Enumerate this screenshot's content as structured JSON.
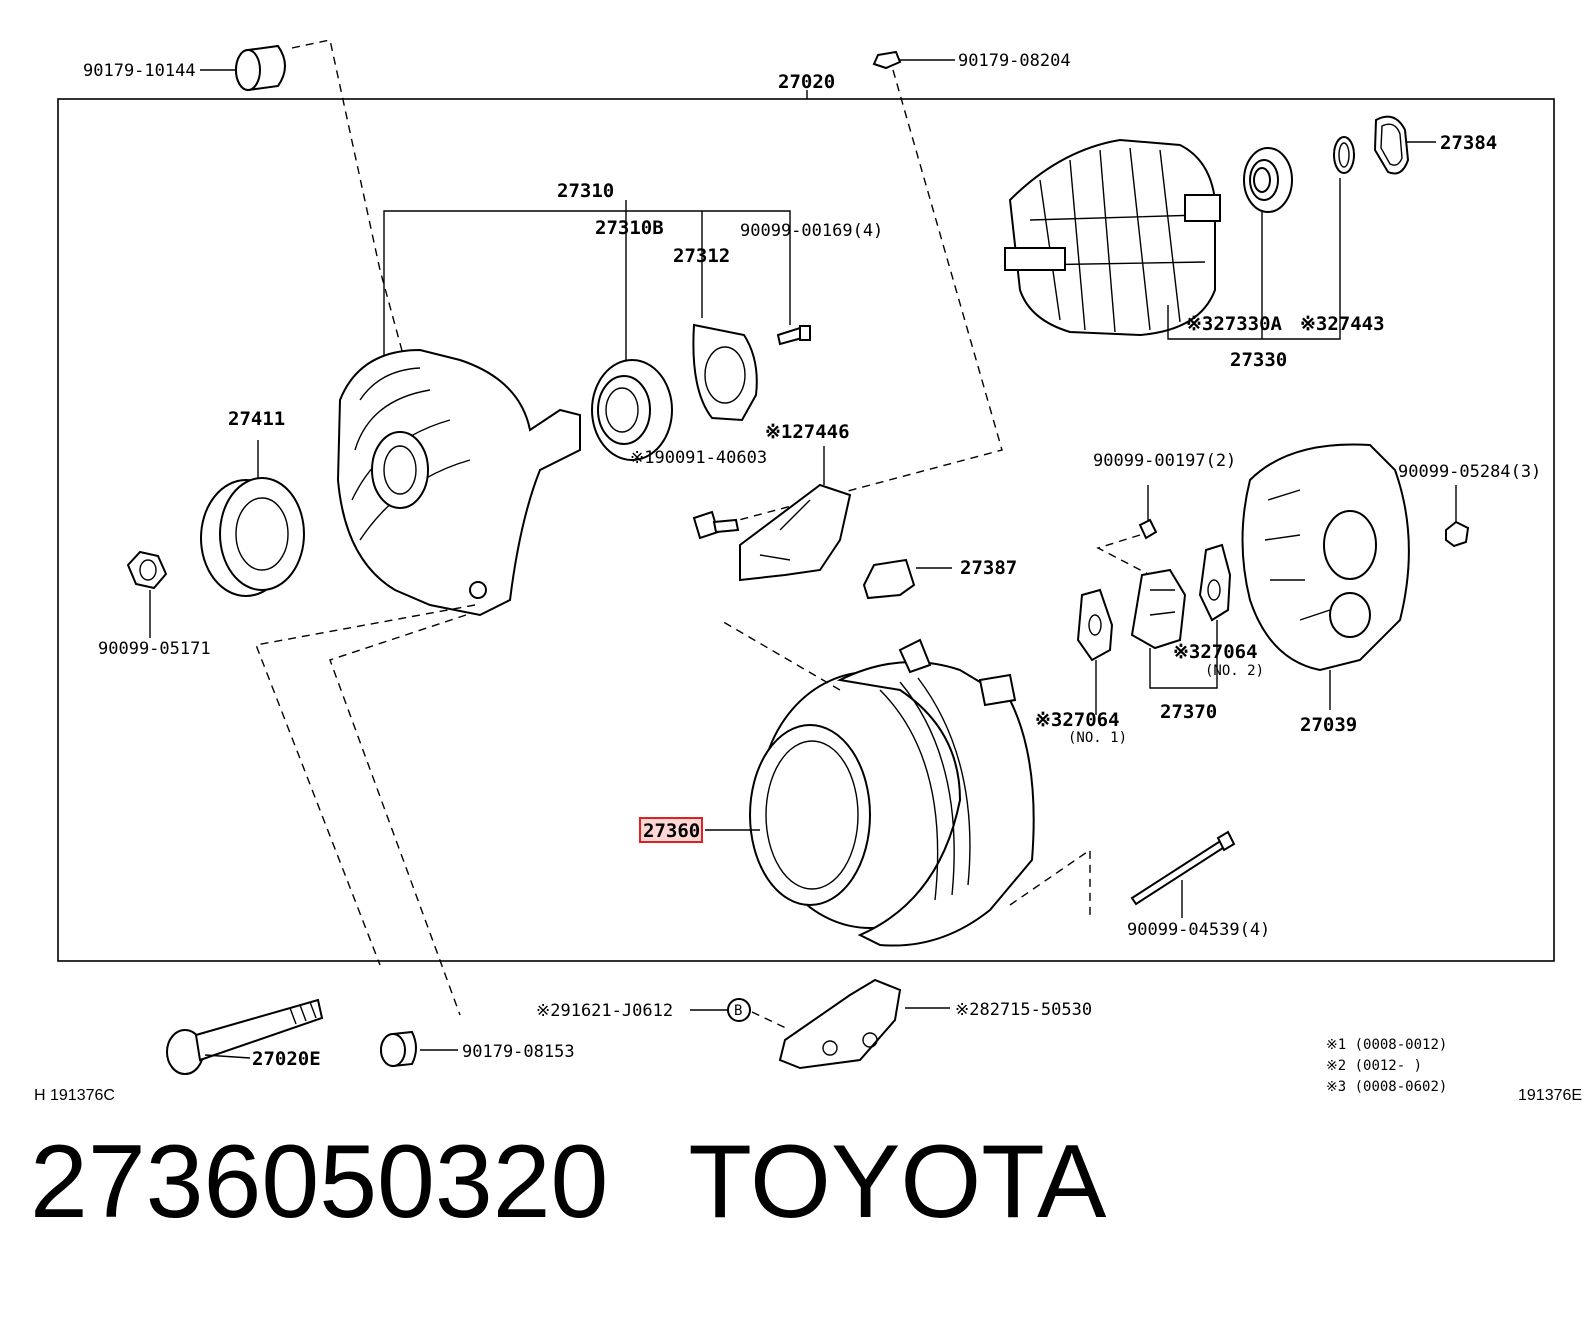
{
  "diagram": {
    "labels": {
      "p90179_10144": "90179-10144",
      "p90179_08204": "90179-08204",
      "p27020": "27020",
      "p27384": "27384",
      "p27310": "27310",
      "p27310B": "27310B",
      "p90099_00169": "90099-00169(4)",
      "p27312": "27312",
      "p27330A": "※327330A",
      "p27443": "※327443",
      "p27330": "27330",
      "p27411": "27411",
      "p27446": "※127446",
      "p90091_40603": "※190091-40603",
      "p90099_00197": "90099-00197(2)",
      "p90099_05284": "90099-05284(3)",
      "p27387": "27387",
      "p90099_05171": "90099-05171",
      "p27064_no2": "※327064",
      "p27064_no2_sub": "(NO. 2)",
      "p27370": "27370",
      "p27039": "27039",
      "p27064_no1": "※327064",
      "p27064_no1_sub": "(NO. 1)",
      "p27360": "27360",
      "p90099_04539": "90099-04539(4)",
      "p91621_J0612": "※291621-J0612",
      "p_b_marker": "B",
      "p82715_50530": "※282715-50530",
      "p27020E": "27020E",
      "p90179_08153": "90179-08153",
      "note1": "※1  (0008-0012)",
      "note2": "※2  (0012-      )",
      "note3": "※3  (0008-0602)",
      "code_left": "H 191376C",
      "code_right": "191376E"
    }
  },
  "caption": {
    "part_number": "2736050320",
    "brand": "TOYOTA"
  }
}
